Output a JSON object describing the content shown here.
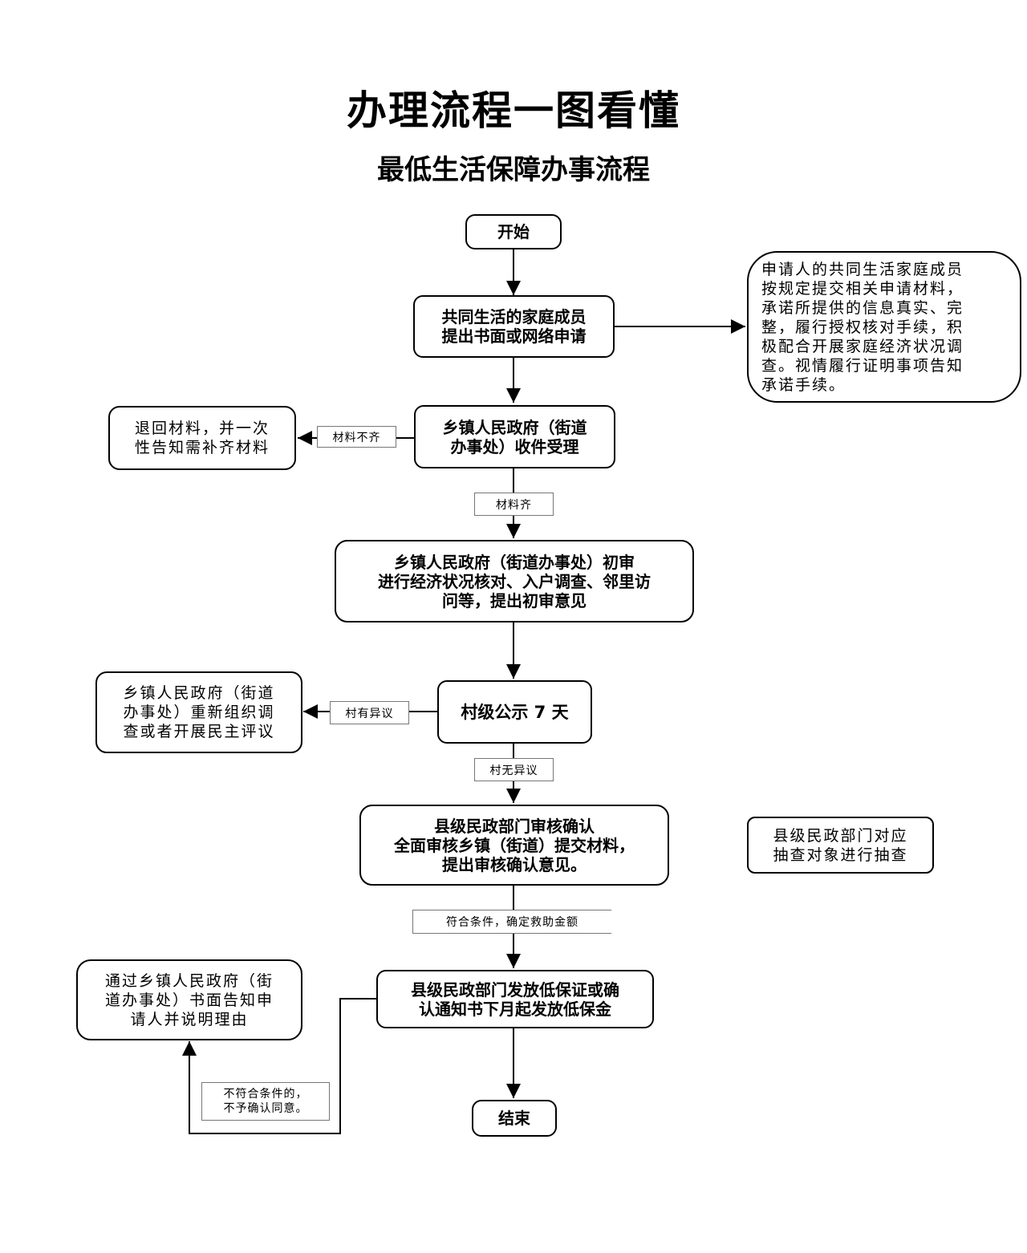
{
  "title": "办理流程一图看懂",
  "subtitle": "最低生活保障办事流程",
  "nodes": {
    "start": "开始",
    "apply": "共同生活的家庭成员\n提出书面或网络申请",
    "accept": "乡镇人民政府（街道\n办事处）收件受理",
    "prelim": "乡镇人民政府（街道办事处）初审\n进行经济状况核对、入户调查、邻里访\n问等，提出初审意见",
    "publicity": "村级公示 7 天",
    "county_review": "县级民政部门审核确认\n全面审核乡镇（街道）提交材料，\n提出审核确认意见。",
    "issue": "县级民政部门发放低保证或确\n认通知书下月起发放低保金",
    "end": "结束"
  },
  "notes": {
    "applicant_duty": "申请人的共同生活家庭成员\n按规定提交相关申请材料，\n承诺所提供的信息真实、完\n整，履行授权核对手续，积\n极配合开展家庭经济状况调\n查。视情履行证明事项告知\n承诺手续。",
    "return_materials": "退回材料，并一次\n性告知需补齐材料",
    "reinvestigate": "乡镇人民政府（街道\n办事处）重新组织调\n查或者开展民主评议",
    "spot_check": "县级民政部门对应\n抽查对象进行抽查",
    "notify_reason": "通过乡镇人民政府（街\n道办事处）书面告知申\n请人并说明理由"
  },
  "labels": {
    "incomplete": "材料不齐",
    "complete": "材料齐",
    "objection": "村有异议",
    "no_objection": "村无异议",
    "eligible": "符合条件，确定救助金额",
    "ineligible": "不符合条件的，\n不予确认同意。"
  }
}
